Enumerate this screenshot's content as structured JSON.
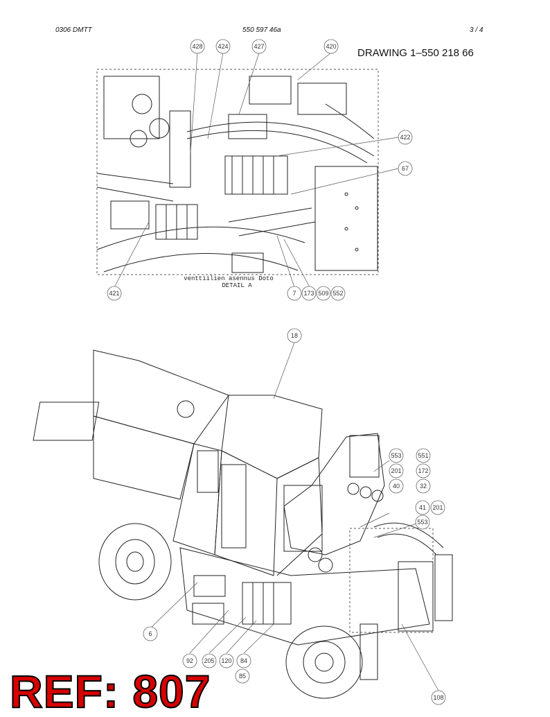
{
  "header": {
    "left": "0306 DMTT",
    "center": "550 597 46a",
    "page_current": "3",
    "page_separator": "/",
    "page_total": "4"
  },
  "drawing_number": "DRAWING 1–550 218 66",
  "detail_caption": {
    "line1": "venttiilien asennus Doto",
    "line2": "DETAIL A"
  },
  "detail_balloons": [
    "428",
    "424",
    "427",
    "420",
    "422",
    "67",
    "421",
    "7",
    "173",
    "509",
    "552"
  ],
  "main_balloons": [
    "18",
    "553",
    "551",
    "201",
    "172",
    "40",
    "32",
    "41",
    "201",
    "553",
    "6",
    "92",
    "205",
    "120",
    "84",
    "85",
    "108"
  ],
  "ref_mark": "REF: 807"
}
